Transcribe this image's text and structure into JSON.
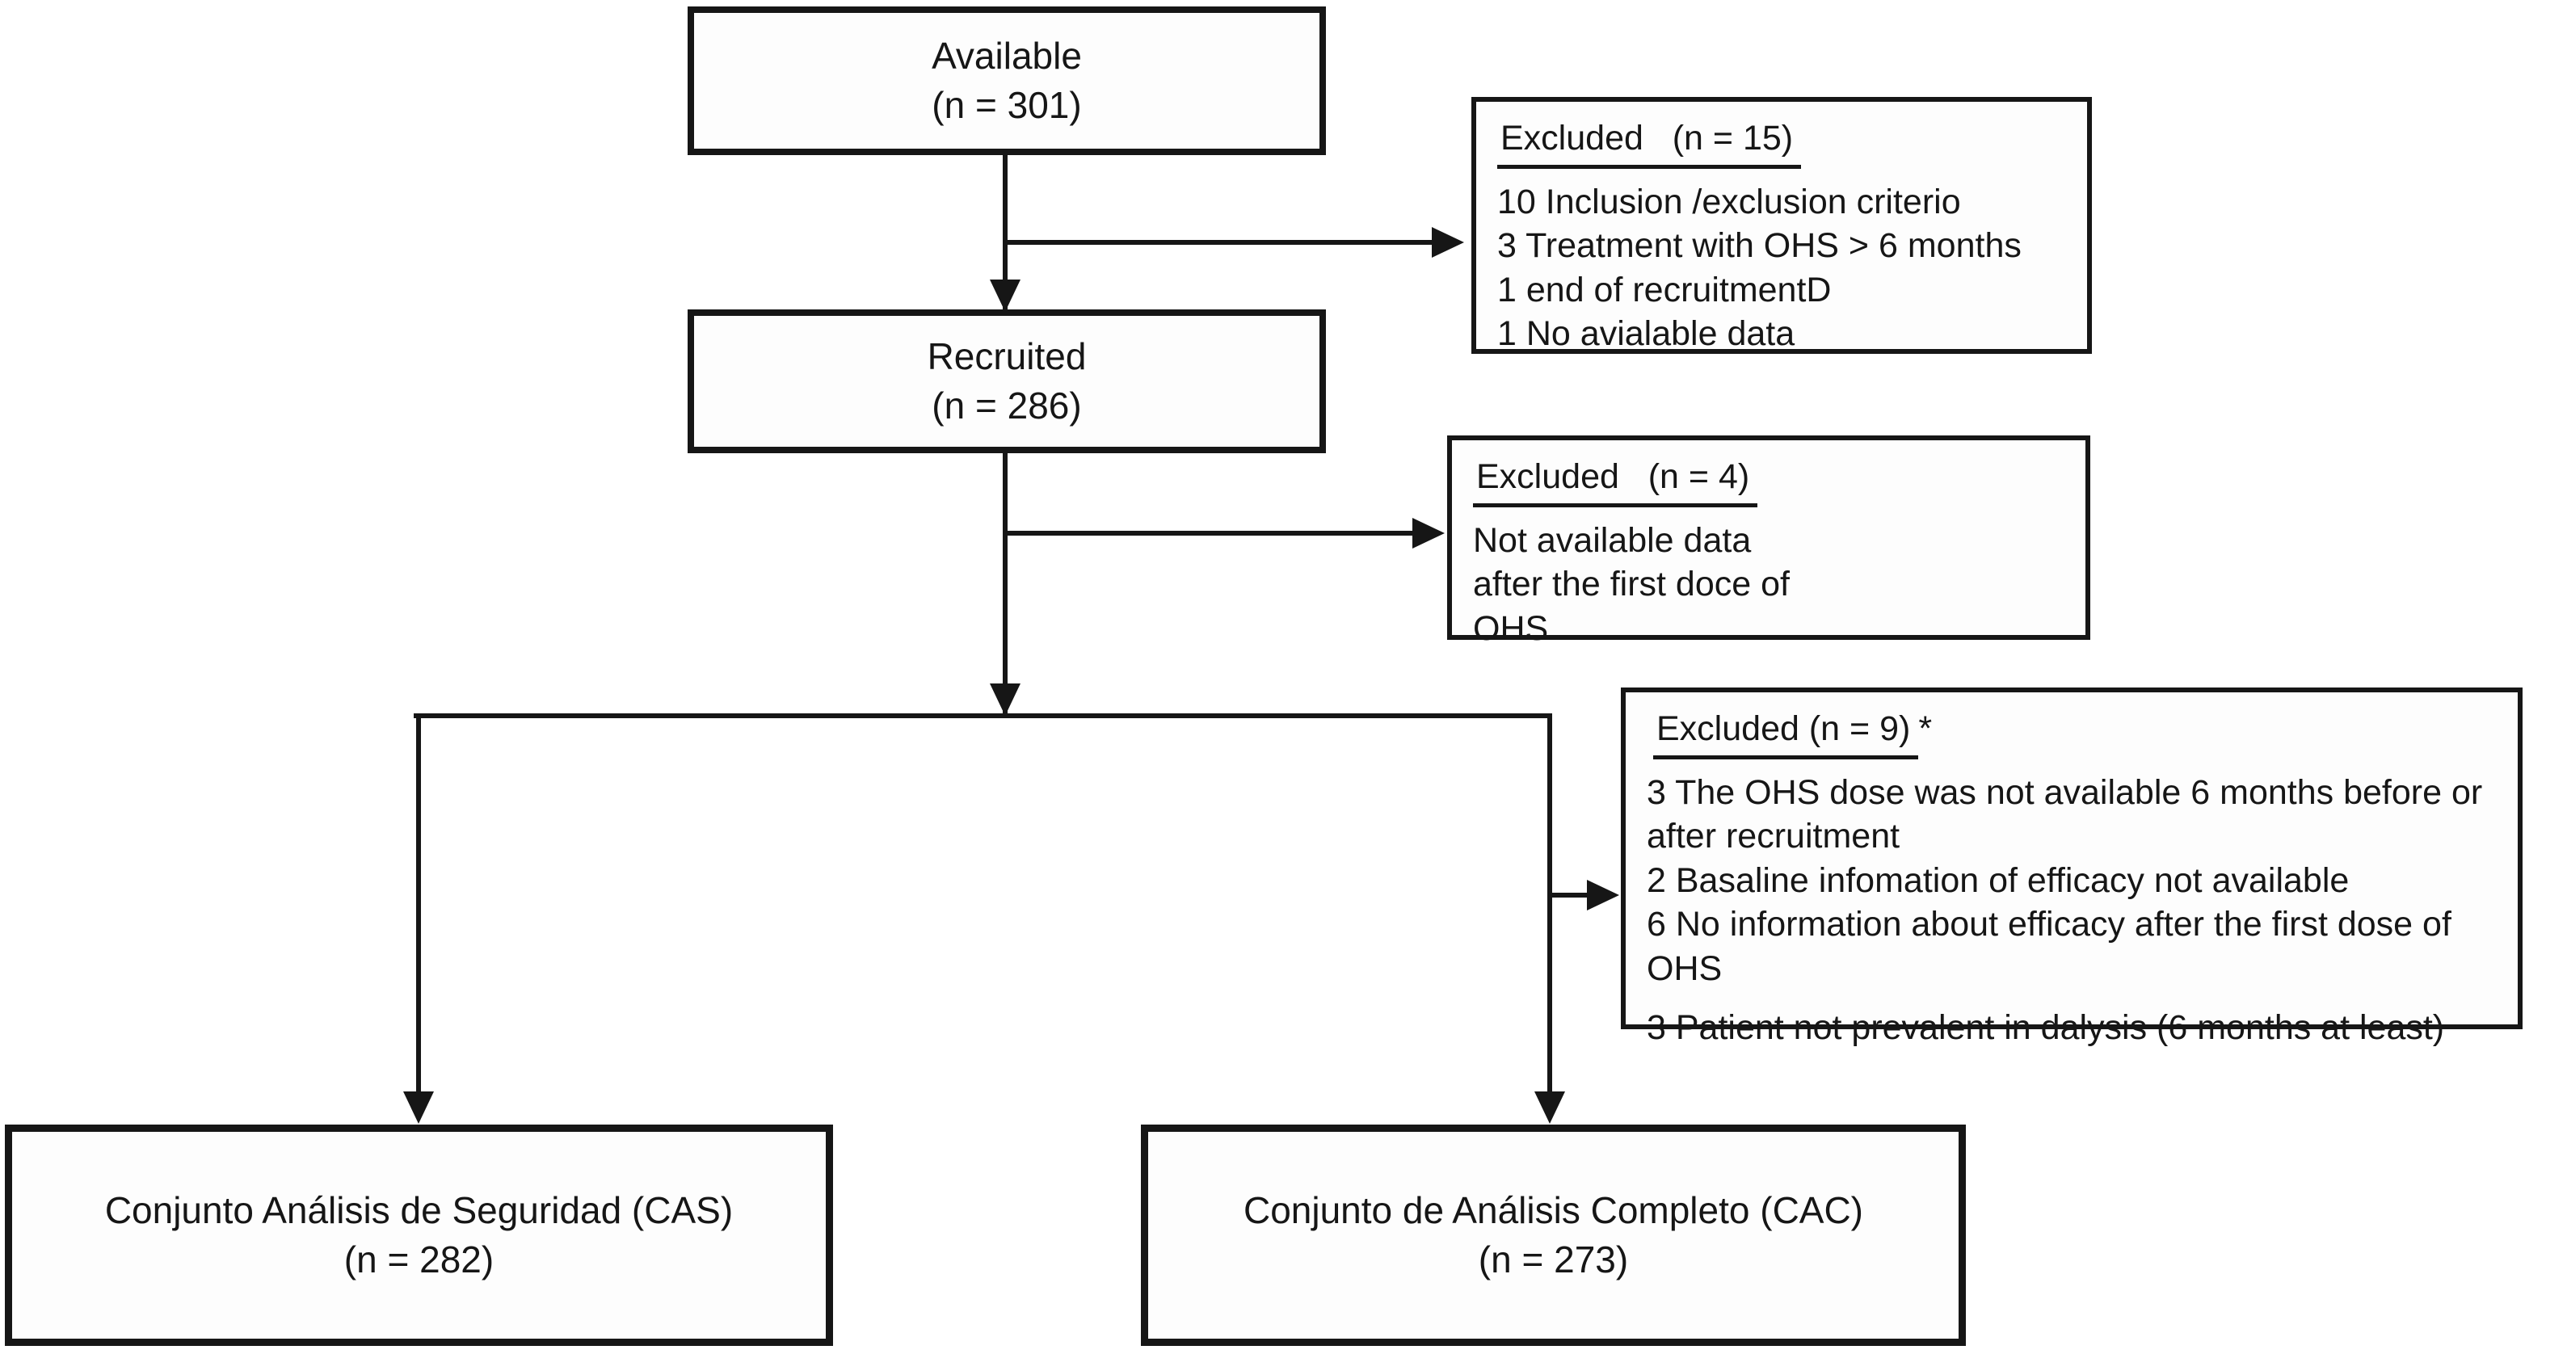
{
  "figure": {
    "background": "#ffffff",
    "line_color": "#161616",
    "boxes": {
      "available": {
        "line1": "Available",
        "line2": "(n = 301)"
      },
      "excluded15": {
        "header": "Excluded   (n = 15)",
        "suffix": "",
        "items": [
          "10 Inclusion /exclusion criterio",
          "3 Treatment with OHS > 6 months",
          "1 end of recruitmentD",
          "1 No avialable data"
        ]
      },
      "recruited": {
        "line1": "Recruited",
        "line2": "(n = 286)"
      },
      "excluded4": {
        "header": "Excluded   (n = 4)",
        "suffix": "",
        "items": [
          "Not available data",
          "after the first doce of",
          "OHS"
        ]
      },
      "excluded9": {
        "header": "Excluded (n = 9)",
        "suffix": "*",
        "items": [
          "3 The OHS dose was not available 6 months before or after recruitment",
          "2 Basaline infomation of efficacy not available",
          "6 No information about efficacy after the first dose of OHS",
          "3 Patient not prevalent in dalysis (6 months at least)"
        ]
      },
      "cas": {
        "line1": "Conjunto Análisis de Seguridad (CAS)",
        "line2": "(n = 282)"
      },
      "cac": {
        "line1": "Conjunto de Análisis Completo (CAC)",
        "line2": "(n = 273)"
      }
    }
  }
}
